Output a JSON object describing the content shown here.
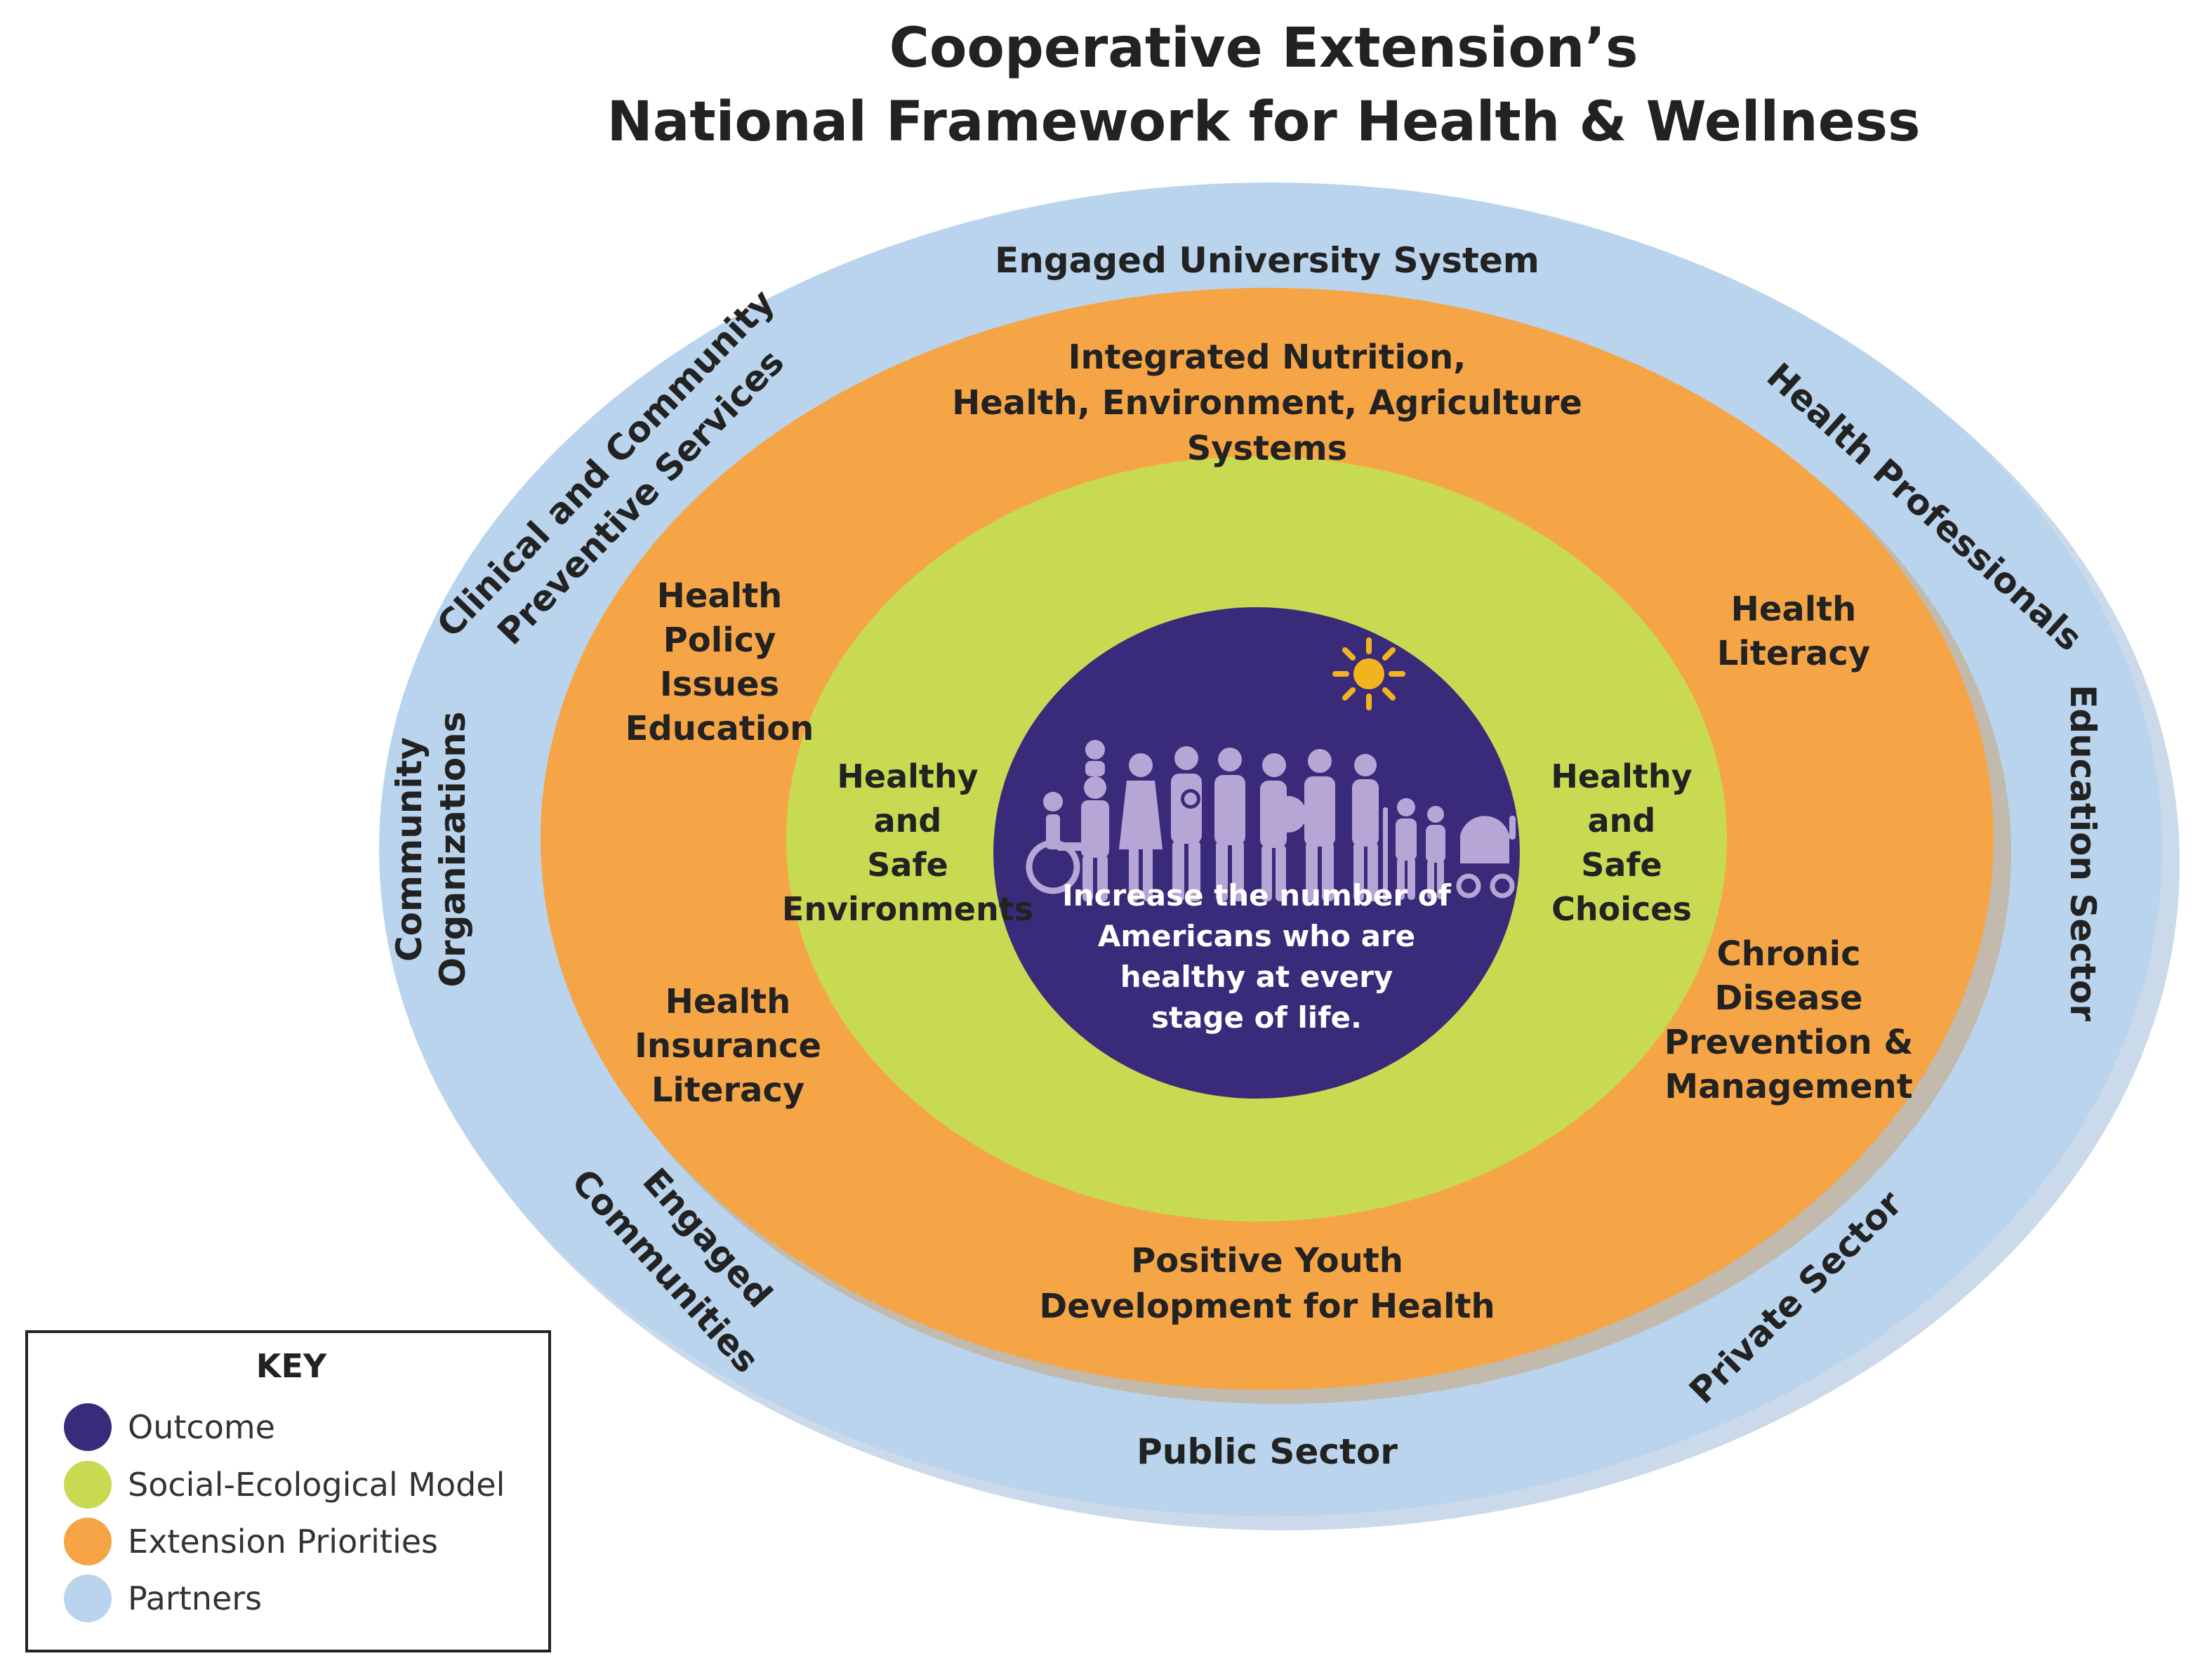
{
  "title": {
    "line1": "Cooperative Extension’s",
    "line2": "National Framework for Health & Wellness"
  },
  "colors": {
    "outcome": "#3a2b7a",
    "social_ecological": "#c8da52",
    "extension": "#f5a545",
    "partners": "#b9d4ec",
    "figures": "#b6a6d6",
    "sun": "#f2b41e"
  },
  "partners": {
    "engaged_university_system": "Engaged University System",
    "clinical_line1": "Clinical and Community",
    "clinical_line2": "Preventive Services",
    "health_professionals": "Health Professionals",
    "community_line1": "Community",
    "community_line2": "Organizations",
    "education_sector": "Education Sector",
    "engaged_comm_line1": "Engaged",
    "engaged_comm_line2": "Communities",
    "private_sector": "Private Sector",
    "public_sector": "Public Sector"
  },
  "priorities": {
    "integrated": [
      "Integrated Nutrition,",
      "Health, Environment, Agriculture",
      "Systems"
    ],
    "policy": [
      "Health",
      "Policy",
      "Issues",
      "Education"
    ],
    "literacy": [
      "Health",
      "Literacy"
    ],
    "insurance": [
      "Health",
      "Insurance",
      "Literacy"
    ],
    "chronic": [
      "Chronic",
      "Disease",
      "Prevention &",
      "Management"
    ],
    "youth": [
      "Positive Youth",
      "Development for Health"
    ]
  },
  "social_model": {
    "environments": [
      "Healthy",
      "and",
      "Safe",
      "Environments"
    ],
    "choices": [
      "Healthy",
      "and",
      "Safe",
      "Choices"
    ]
  },
  "outcome": {
    "lines": [
      "Increase the number of",
      "Americans who are",
      "healthy at every",
      "stage of life."
    ],
    "figures_icon": "people-across-lifespan-icon",
    "sun_icon": "sun-icon"
  },
  "key": {
    "title": "KEY",
    "items": [
      {
        "label": "Outcome",
        "color": "#3a2b7a"
      },
      {
        "label": "Social-Ecological Model",
        "color": "#c8da52"
      },
      {
        "label": "Extension Priorities",
        "color": "#f5a545"
      },
      {
        "label": "Partners",
        "color": "#b9d4ec"
      }
    ]
  }
}
